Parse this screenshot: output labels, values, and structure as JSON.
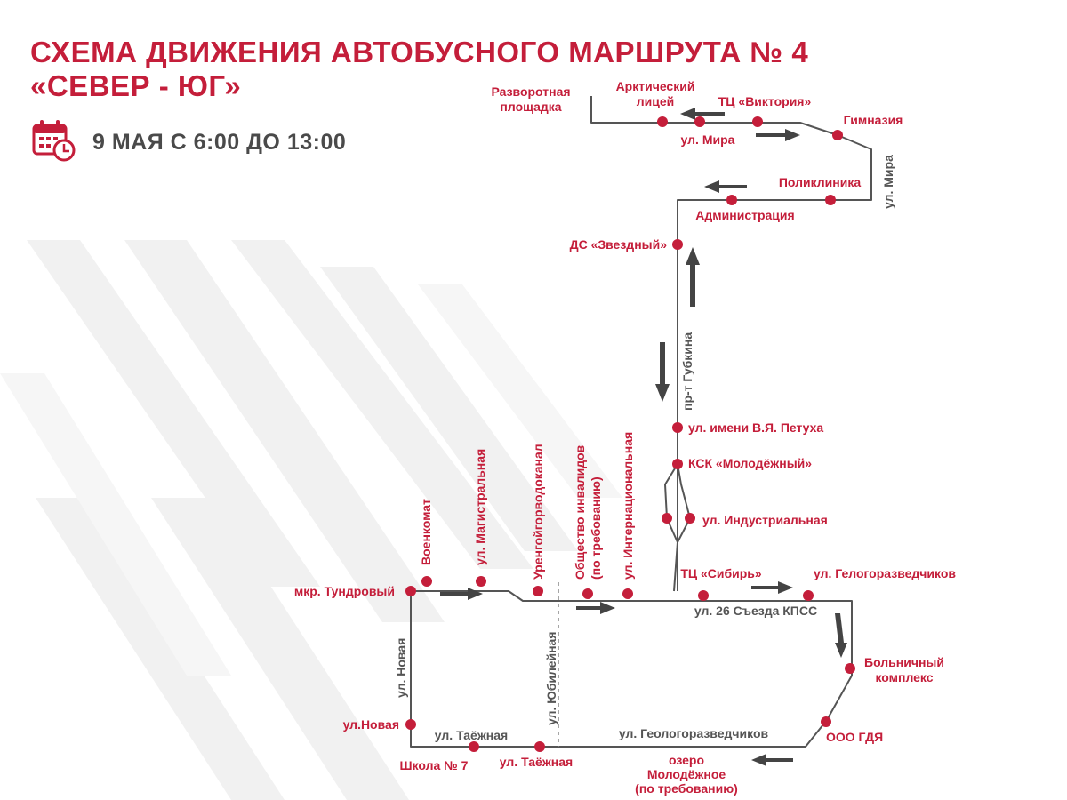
{
  "title": {
    "line1": "СХЕМА ДВИЖЕНИЯ АВТОБУСНОГО МАРШРУТА № 4",
    "line2": "«СЕВЕР - ЮГ»"
  },
  "date": "9 МАЯ С 6:00 ДО 13:00",
  "icon": "calendar-clock-icon",
  "colors": {
    "accent": "#c41e3a",
    "route": "#555555",
    "text": "#4a4a4a"
  },
  "stops": {
    "turnaround": [
      "Разворотная",
      "площадка"
    ],
    "lyceum": [
      "Арктический",
      "лицей"
    ],
    "victoria": "ТЦ «Виктория»",
    "mira": "ул. Мира",
    "gymnasium": "Гимназия",
    "clinic": "Поликлиника",
    "administration": "Администрация",
    "zvezdny": "ДС «Звездный»",
    "petukh": "ул. имени В.Я. Петуха",
    "molodezhny": "КСК «Молодёжный»",
    "industrialnaya": "ул. Индустриальная",
    "sibir": "ТЦ «Сибирь»",
    "geologorazvedchikov_north": "ул. Гелогоразведчиков",
    "hospital": [
      "Больничный",
      "комплекс"
    ],
    "gdu": "ООО ГДЯ",
    "lake": [
      "озеро",
      "Молодёжное",
      "(по требованию)"
    ],
    "taezhnaya": "ул. Таёжная",
    "school7": "Школа № 7",
    "novaya": "ул.Новая",
    "tundrovy": "мкр. Тундровый",
    "voenkomat": "Военкомат",
    "magistralnaya": "ул. Магистральная",
    "vodokanal": "Уренгойгорводоканал",
    "invalids": [
      "Общество инвалидов",
      "(по требованию)"
    ],
    "internatsionalnaya": "ул. Интернациональная"
  },
  "streets": {
    "mira_vertical": "ул. Мира",
    "gubkina": "пр-т Губкина",
    "kpss": "ул. 26 Съезда КПСС",
    "geologorazvedchikov": "ул. Геологоразведчиков",
    "taezhnaya": "ул. Таёжная",
    "yubileynaya": "ул. Юбилейная",
    "novaya": "ул. Новая"
  }
}
